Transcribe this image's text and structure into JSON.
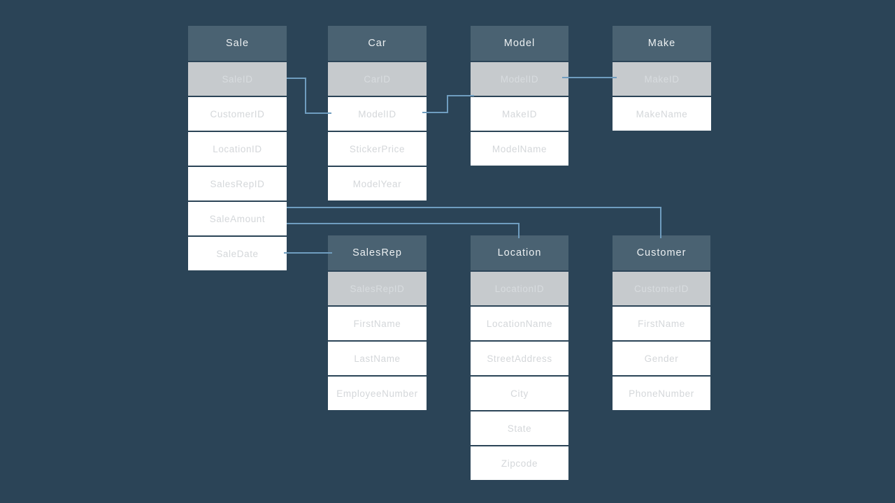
{
  "diagram": {
    "kind": "entity-relationship-diagram",
    "colors": {
      "background": "#2b4457",
      "table_header": "#4a6272",
      "primary_key_row": "#c6cacd",
      "field_row": "#ffffff",
      "header_text": "#ecf0f2",
      "primary_key_text": "#d8dcdf",
      "field_text": "#d4d7da",
      "connector_line": "#6f9dbf"
    },
    "tables": [
      {
        "name": "Sale",
        "primary_key": "SaleID",
        "fields": [
          "CustomerID",
          "LocationID",
          "SalesRepID",
          "SaleAmount",
          "SaleDate"
        ]
      },
      {
        "name": "Car",
        "primary_key": "CarID",
        "fields": [
          "ModelID",
          "StickerPrice",
          "ModelYear"
        ]
      },
      {
        "name": "Model",
        "primary_key": "ModelID",
        "fields": [
          "MakeID",
          "ModelName"
        ]
      },
      {
        "name": "Make",
        "primary_key": "MakeID",
        "fields": [
          "MakeName"
        ]
      },
      {
        "name": "SalesRep",
        "primary_key": "SalesRepID",
        "fields": [
          "FirstName",
          "LastName",
          "EmployeeNumber"
        ]
      },
      {
        "name": "Location",
        "primary_key": "LocationID",
        "fields": [
          "LocationName",
          "StreetAddress",
          "City",
          "State",
          "Zipcode"
        ]
      },
      {
        "name": "Customer",
        "primary_key": "CustomerID",
        "fields": [
          "FirstName",
          "Gender",
          "PhoneNumber"
        ]
      }
    ],
    "connections": [
      {
        "from": "Sale.SaleID",
        "to": "Car.ModelID"
      },
      {
        "from": "Car.ModelID",
        "to": "Model.ModelID"
      },
      {
        "from": "Model.ModelID",
        "to": "Make.MakeID"
      },
      {
        "from": "Sale.SaleAmount",
        "to": "Customer.CustomerID"
      },
      {
        "from": "Sale.SaleAmount",
        "to": "Location.LocationID"
      },
      {
        "from": "Sale.SaleDate",
        "to": "SalesRep.SalesRepID"
      }
    ]
  }
}
